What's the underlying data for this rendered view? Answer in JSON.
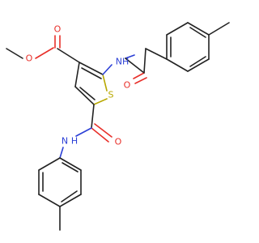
{
  "atoms": {
    "o_ester_ether": "O",
    "o_ester_carbonyl": "O",
    "nh_top": "NH",
    "o_amide_top": "O",
    "s_ring": "S",
    "o_amide_bottom": "O",
    "nh_bottom": "H",
    "n_bottom": "N"
  },
  "colors": {
    "oxygen": "#e8302a",
    "nitrogen": "#2b3fd6",
    "sulfur": "#b8a800",
    "carbon": "#222222"
  }
}
